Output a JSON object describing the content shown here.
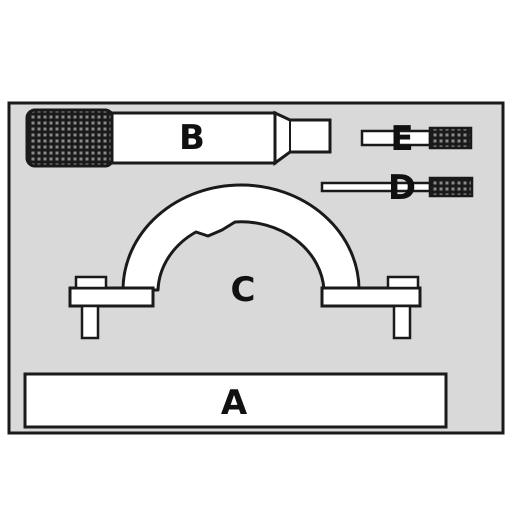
{
  "labels": {
    "a": "A",
    "b": "B",
    "c": "C",
    "d": "D",
    "e": "E"
  },
  "colors": {
    "background": "#d9d9d9",
    "stroke": "#1a1a1a",
    "fill": "#ffffff",
    "knurl": "#1a1a1a"
  }
}
